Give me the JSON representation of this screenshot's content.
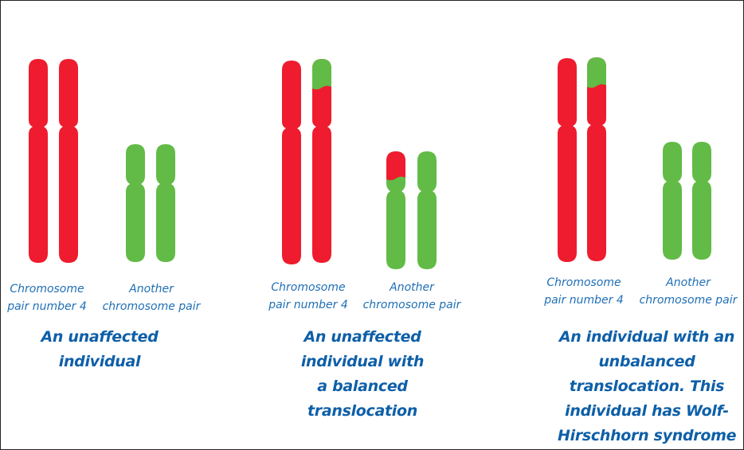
{
  "colors": {
    "chromosome4": "#ee1c2e",
    "other_chromosome": "#62bb46",
    "label_text": "#1f6fb5",
    "caption_text": "#0e5fa8"
  },
  "panels": [
    {
      "chromosome_label": [
        "Chromosome",
        "pair number 4"
      ],
      "other_label": [
        "Another",
        "chromosome pair"
      ],
      "caption": [
        "An unaffected",
        "individual"
      ]
    },
    {
      "chromosome_label": [
        "Chromosome",
        "pair number 4"
      ],
      "other_label": [
        "Another",
        "chromosome pair"
      ],
      "caption": [
        "An unaffected",
        "individual with",
        "a  balanced",
        "translocation"
      ]
    },
    {
      "chromosome_label": [
        "Chromosome",
        "pair number 4"
      ],
      "other_label": [
        "Another",
        "chromosome pair"
      ],
      "caption": [
        "An individual with an",
        "unbalanced",
        "translocation. This",
        "individual  has Wolf-",
        "Hirschhorn syndrome"
      ]
    }
  ]
}
